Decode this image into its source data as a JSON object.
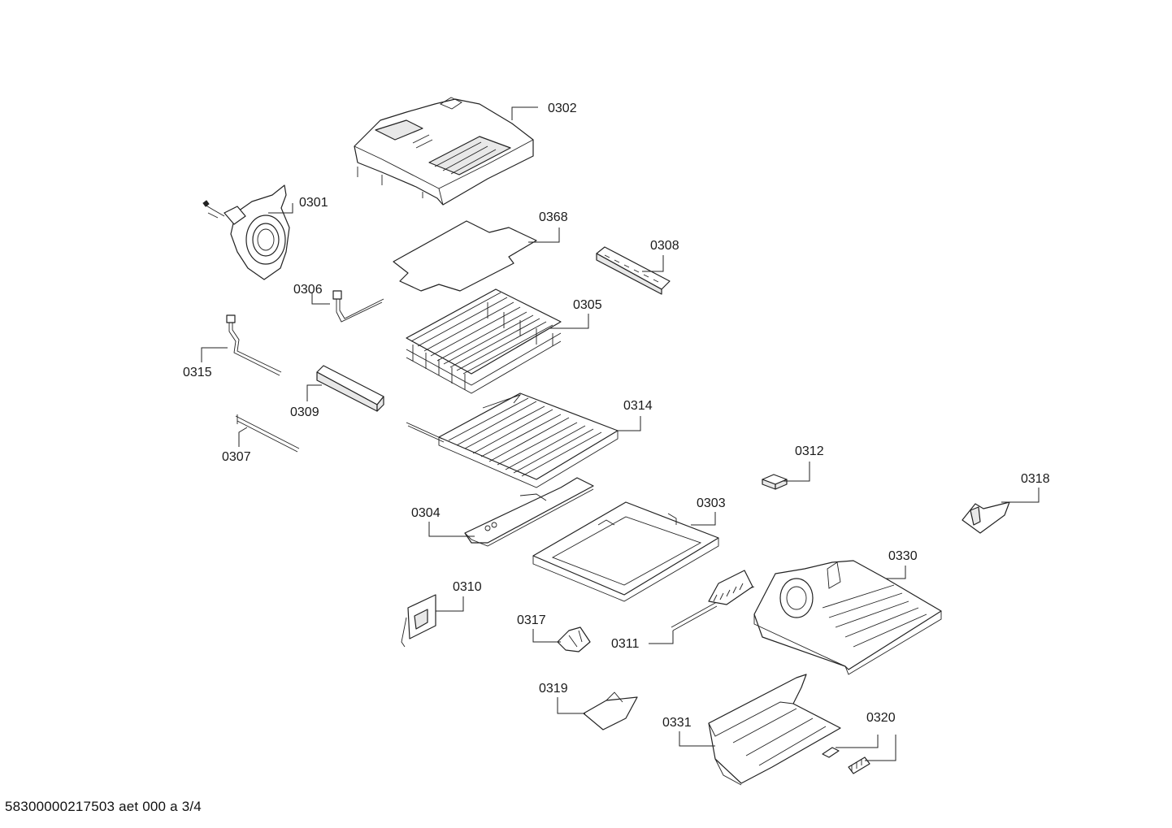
{
  "diagram": {
    "parts": [
      {
        "id": "0302",
        "icon": "fan-housing-cover"
      },
      {
        "id": "0301",
        "icon": "fan-motor"
      },
      {
        "id": "0368",
        "icon": "insulation-sheet"
      },
      {
        "id": "0308",
        "icon": "connector-strip"
      },
      {
        "id": "0306",
        "icon": "sensor-cable"
      },
      {
        "id": "0305",
        "icon": "evaporator-coil"
      },
      {
        "id": "0315",
        "icon": "temperature-sensor"
      },
      {
        "id": "0309",
        "icon": "bracket"
      },
      {
        "id": "0314",
        "icon": "defrost-heater"
      },
      {
        "id": "0307",
        "icon": "heating-rod"
      },
      {
        "id": "0312",
        "icon": "small-block"
      },
      {
        "id": "0318",
        "icon": "clip-holder"
      },
      {
        "id": "0304",
        "icon": "drain-channel"
      },
      {
        "id": "0303",
        "icon": "drip-tray"
      },
      {
        "id": "0330",
        "icon": "evaporator-housing"
      },
      {
        "id": "0310",
        "icon": "cable-holder"
      },
      {
        "id": "0317",
        "icon": "retainer-clip"
      },
      {
        "id": "0311",
        "icon": "heater-wire"
      },
      {
        "id": "0319",
        "icon": "air-duct-flap"
      },
      {
        "id": "0331",
        "icon": "air-channel"
      },
      {
        "id": "0320",
        "icon": "plug-and-connector"
      }
    ]
  },
  "footer": {
    "doc_id": "58300000217503 aet 000 a 3/4"
  }
}
